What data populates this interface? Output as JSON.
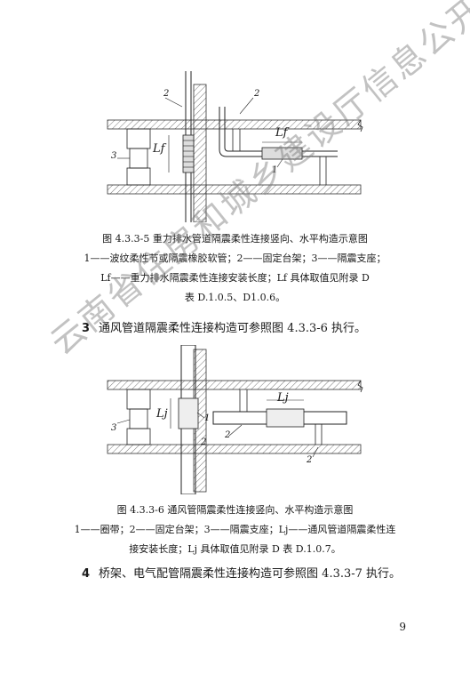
{
  "figure1": {
    "callouts": {
      "c1": "1",
      "c2a": "2",
      "c2b": "2",
      "c3": "3"
    },
    "dim_vertical": "Lf",
    "dim_horizontal": "Lf",
    "caption_title": "图 4.3.3-5    重力排水管道隔震柔性连接竖向、水平构造示意图",
    "caption_line1": "1——波纹柔性节或隔震橡胶软管；2——固定台架；3——隔震支座；",
    "caption_line2": "Lf——重力排水隔震柔性连接安装长度；Lf 具体取值见附录 D",
    "caption_line3": "表 D.1.0.5、D1.0.6。"
  },
  "paragraph3": {
    "num": "3",
    "text": "通风管道隔震柔性连接构造可参照图 4.3.3-6 执行。"
  },
  "figure2": {
    "callouts": {
      "c1": "1",
      "c2a": "2",
      "c2b": "2",
      "c2c": "2",
      "c3": "3"
    },
    "dim_vertical": "Lj",
    "dim_horizontal": "Lj",
    "caption_title": "图 4.3.3-6    通风管隔震柔性连接竖向、水平构造示意图",
    "caption_line1": "1——圈带；2——固定台架；3——隔震支座；Lj——通风管道隔震柔性连",
    "caption_line2": "接安装长度；Lj 具体取值见附录 D 表 D.1.0.7。"
  },
  "paragraph4": {
    "num": "4",
    "text": "桥架、电气配管隔震柔性连接构造可参照图 4.3.3-7 执行。"
  },
  "page_number": "9",
  "watermark": "云南省住房和城乡建设厅信息公开   浏览专用"
}
